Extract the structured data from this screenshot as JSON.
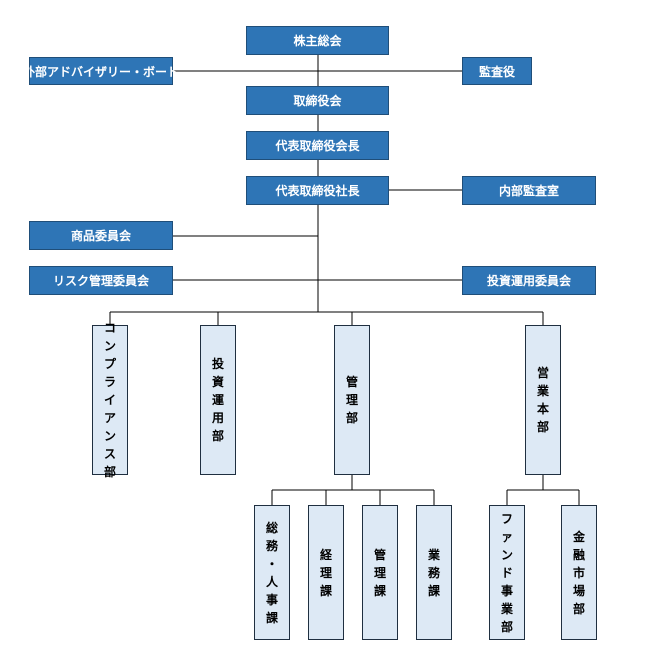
{
  "top_boxes": {
    "shareholders": "株主総会",
    "advisory": "外部アドバイザリー・ボード",
    "auditor": "監査役",
    "board": "取締役会",
    "chairman": "代表取締役会長",
    "president": "代表取締役社長",
    "internal_audit": "内部監査室",
    "product_committee": "商品委員会",
    "risk_committee": "リスク管理委員会",
    "investment_committee": "投資運用委員会"
  },
  "departments": {
    "compliance": "コンプライアンス部",
    "investment": "投資運用部",
    "admin": "管理部",
    "sales": "営業本部"
  },
  "sections": {
    "general_hr": "総務・人事課",
    "accounting": "経理課",
    "management": "管理課",
    "operations": "業務課",
    "fund_business": "ファンド事業部",
    "financial_markets": "金融市場部"
  }
}
